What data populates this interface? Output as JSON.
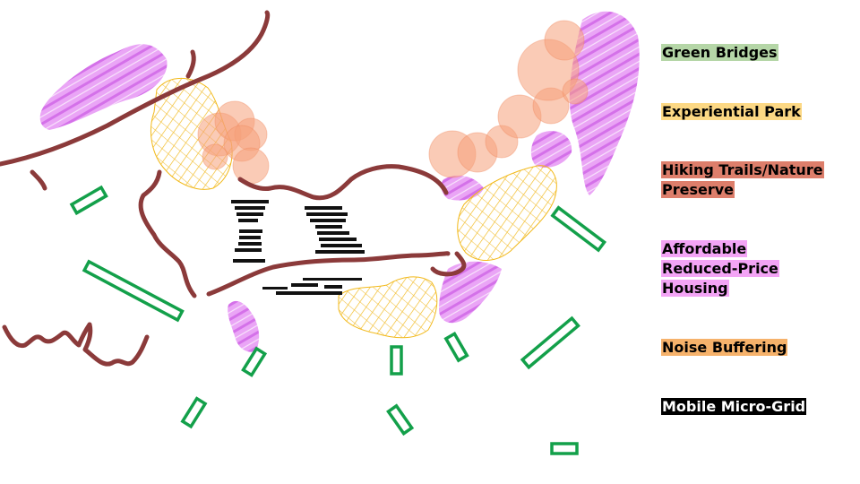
{
  "legend": {
    "green_bridges": {
      "label": "Green Bridges",
      "color": "#b5d6a7"
    },
    "experiential_park": {
      "label": "Experiential Park",
      "color": "#fcd884"
    },
    "hiking_trails": {
      "label": "Hiking Trails/Nature Preserve",
      "color": "#dd7e6b"
    },
    "affordable_housing": {
      "label": "Affordable Reduced-Price Housing",
      "color": "#f3a4f5"
    },
    "noise_buffering": {
      "label": "Noise Buffering",
      "color": "#f6b26b"
    },
    "micro_grid": {
      "label": "Mobile Micro-Grid",
      "color": "#000000"
    }
  },
  "map_colors": {
    "bridge_stroke": "#13a04a",
    "trail_stroke": "#8b3a3a",
    "park_scribble": "#f2b91a",
    "housing_fill": "#e07ef0",
    "buffer_fill": "#f5a07a",
    "grid_bars": "#111111"
  }
}
